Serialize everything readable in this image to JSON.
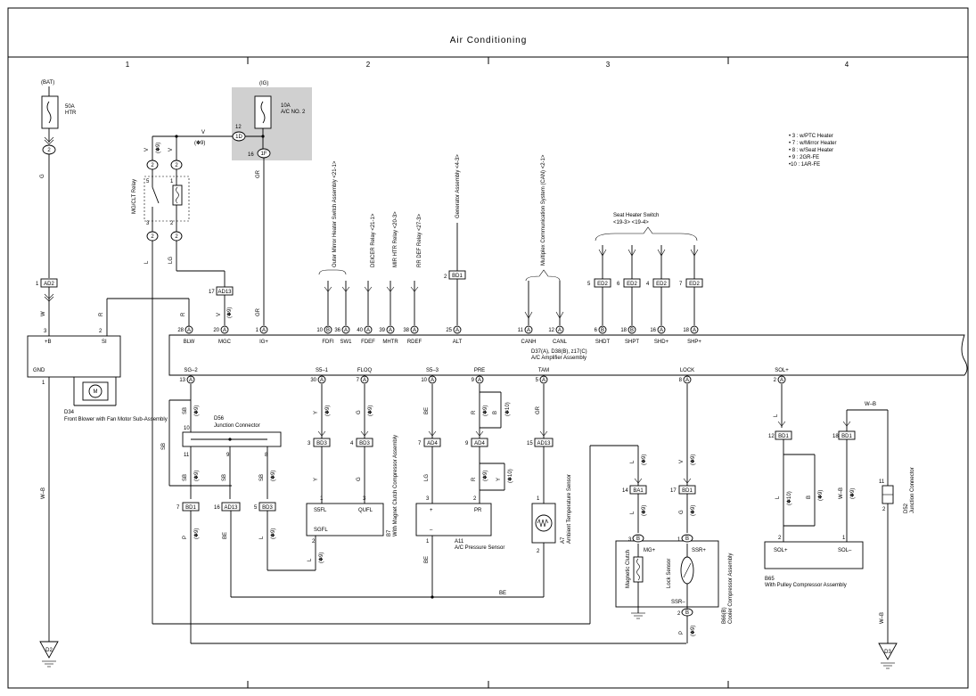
{
  "title": "Air Conditioning",
  "columns": [
    "1",
    "2",
    "3",
    "4"
  ],
  "notes": [
    "• 3 : w/PTC Heater",
    "• 7 : w/Mirror Heater",
    "• 8 : w/Seat Heater",
    "• 9 : 2GR-FE",
    "•10 : 1AR-FE"
  ],
  "fuse_bat": {
    "source": "(BAT)",
    "rating": "50A",
    "name": "HTR"
  },
  "fuse_ig": {
    "source": "(IG)",
    "rating": "10A",
    "name": "A/C NO. 2"
  },
  "relay": "MG/CLT Relay",
  "amplifier": {
    "name": "D37(A), D38(B), z17(C)",
    "desc": "A/C Amplifier Assembly"
  },
  "blower": {
    "id": "D34",
    "name": "Front Blower with Fan Motor Sub-Assembly",
    "pins": [
      "+B",
      "SI",
      "GND"
    ]
  },
  "junction_d56": {
    "id": "D56",
    "name": "Junction Connector"
  },
  "d52": {
    "id": "D52",
    "name": "Junction Connector"
  },
  "mag_clutch": {
    "id": "B7",
    "name": "With Magnet Clutch Compressor Assembly",
    "pins": [
      "S5FL",
      "QUFL",
      "SGFL"
    ]
  },
  "pressure_sensor": {
    "id": "A11",
    "name": "A/C Pressure Sensor",
    "pins": [
      "+",
      "PR",
      "–"
    ]
  },
  "ambient_sensor": {
    "id": "A7",
    "name": "Ambient Temperature Sensor"
  },
  "cooler_compressor": {
    "id": "B66(B)",
    "name": "Cooler Compressor Assembly",
    "pins": [
      "MG+",
      "SSR+",
      "SSR–"
    ],
    "labels": [
      "Magnetic Clutch",
      "Lock Sensor"
    ]
  },
  "pulley_compressor": {
    "id": "B65",
    "name": "With Pulley Compressor Assembly",
    "pins": [
      "SOL+",
      "SOL–"
    ]
  },
  "top_terminals": [
    "BLW",
    "MGC",
    "IG+",
    "FDFI",
    "SW1",
    "FDEF",
    "MHTR",
    "RDEF",
    "ALT",
    "CANH",
    "CANL",
    "SHDT",
    "SHPT",
    "SHD+",
    "SHP+"
  ],
  "bottom_terminals": [
    "SG–2",
    "S5–1",
    "FLOQ",
    "S5–3",
    "PRE",
    "TAM",
    "LOCK",
    "SOL+"
  ],
  "external_labels": {
    "outer_mirror": "Outer Mirror Heater Switch Assembly <21-1>",
    "deicer": "DEICER Relay <21-1>",
    "mir_htr": "MIR HTR Relay <20-3>",
    "rr_def": "RR DEF Relay <27-3>",
    "generator": "Generator Assembly <4-3>",
    "multiplex": "Multiplex Communication System (CAN) <2-1>",
    "seat_heater": "Seat Heater Switch",
    "seat_heater_refs": "<19-3> <19-4>"
  },
  "grounds": [
    "D2",
    "D3"
  ],
  "wire_be": "BE",
  "wire_wb": "W–B"
}
